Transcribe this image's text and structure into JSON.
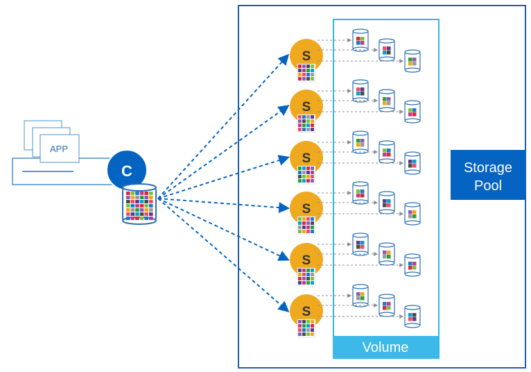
{
  "app": {
    "label": "APP"
  },
  "client": {
    "letter": "C"
  },
  "servers": [
    {
      "letter": "S"
    },
    {
      "letter": "S"
    },
    {
      "letter": "S"
    },
    {
      "letter": "S"
    },
    {
      "letter": "S"
    },
    {
      "letter": "S"
    }
  ],
  "volume": {
    "label": "Volume"
  },
  "storage_pool": {
    "line1": "Storage",
    "line2": "Pool"
  },
  "colors": {
    "primary_blue": "#0563c1",
    "dark_blue": "#0a5fa8",
    "volume_blue": "#2fb6e8",
    "server_gold": "#efa91f",
    "grey_arrow": "#8c8c8c"
  },
  "icons": {
    "app_window": "stacked-window-icon",
    "client": "client-circle-icon",
    "client_disk": "multi-color-disk-icon",
    "server": "server-circle-icon",
    "disk": "small-disk-icon"
  }
}
